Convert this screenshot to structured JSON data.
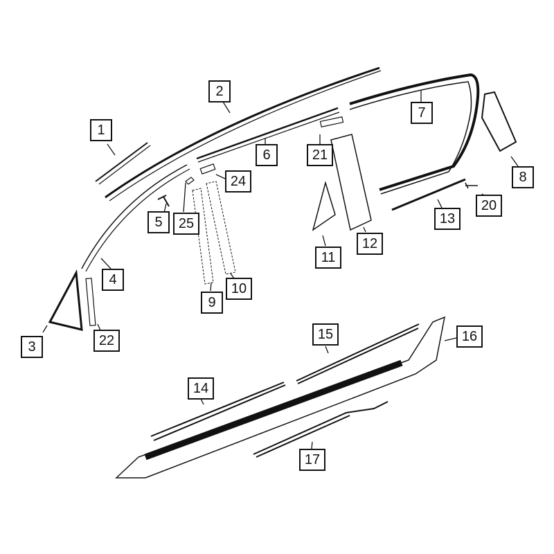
{
  "diagram": {
    "type": "exploded-parts-diagram",
    "subject": "vehicle side body moldings and trim",
    "colors": {
      "line": "#111111",
      "background": "#ffffff"
    },
    "callouts": [
      {
        "id": "1",
        "label": "1"
      },
      {
        "id": "2",
        "label": "2"
      },
      {
        "id": "3",
        "label": "3"
      },
      {
        "id": "4",
        "label": "4"
      },
      {
        "id": "5",
        "label": "5"
      },
      {
        "id": "6",
        "label": "6"
      },
      {
        "id": "7",
        "label": "7"
      },
      {
        "id": "8",
        "label": "8"
      },
      {
        "id": "9",
        "label": "9"
      },
      {
        "id": "10",
        "label": "10"
      },
      {
        "id": "11",
        "label": "11"
      },
      {
        "id": "12",
        "label": "12"
      },
      {
        "id": "13",
        "label": "13"
      },
      {
        "id": "14",
        "label": "14"
      },
      {
        "id": "15",
        "label": "15"
      },
      {
        "id": "16",
        "label": "16"
      },
      {
        "id": "17",
        "label": "17"
      },
      {
        "id": "20",
        "label": "20"
      },
      {
        "id": "21",
        "label": "21"
      },
      {
        "id": "22",
        "label": "22"
      },
      {
        "id": "24",
        "label": "24"
      },
      {
        "id": "25",
        "label": "25"
      }
    ]
  }
}
